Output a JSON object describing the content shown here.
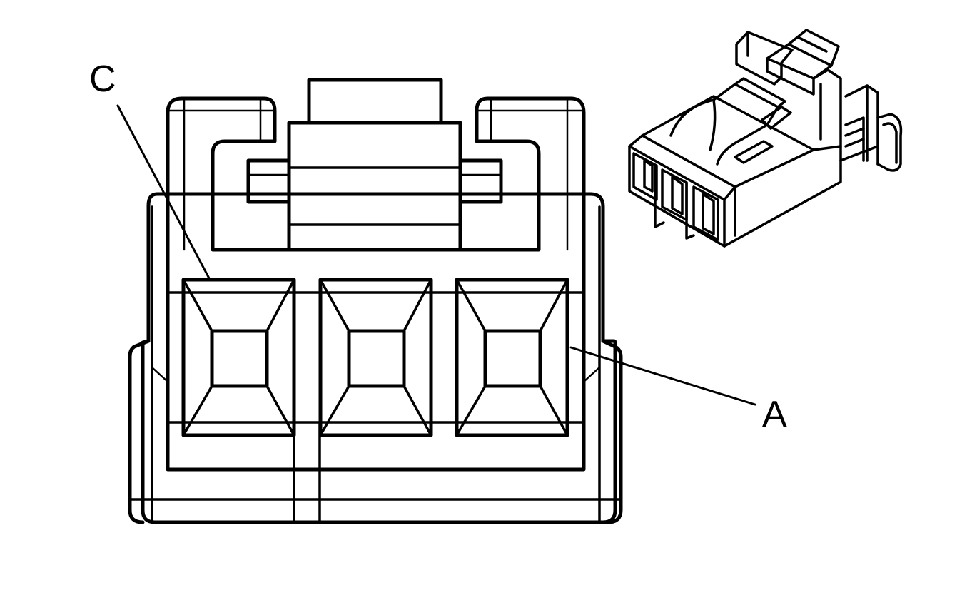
{
  "diagram": {
    "callouts": [
      {
        "id": "c",
        "text": "C"
      },
      {
        "id": "a",
        "text": "A"
      }
    ],
    "cavities": [
      {
        "position": 1
      },
      {
        "position": 2
      },
      {
        "position": 3
      }
    ],
    "colors": {
      "line": "#000000",
      "background": "#ffffff"
    }
  }
}
